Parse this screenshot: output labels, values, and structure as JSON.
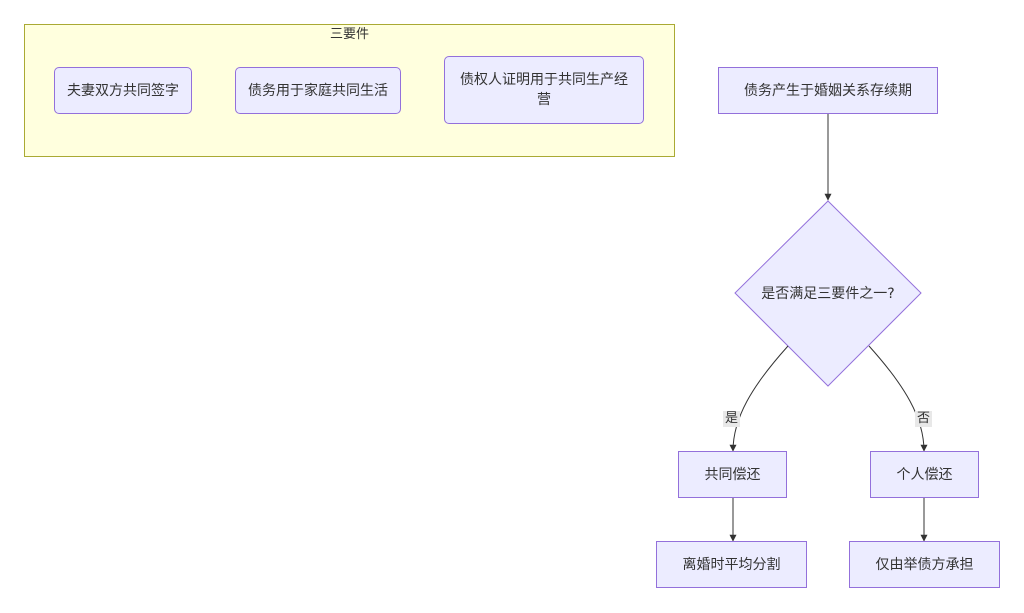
{
  "cluster": {
    "title": "三要件",
    "nodes": [
      "夫妻双方共同签字",
      "债务用于家庭共同生活",
      "债权人证明用于共同生产经营"
    ]
  },
  "flow": {
    "start": "债务产生于婚姻关系存续期",
    "decision": "是否满足三要件之一?",
    "yes_label": "是",
    "no_label": "否",
    "joint": "共同偿还",
    "personal": "个人偿还",
    "joint_result": "离婚时平均分割",
    "personal_result": "仅由举债方承担"
  },
  "colors": {
    "node_fill": "#ececff",
    "node_stroke": "#9370db",
    "cluster_fill": "#ffffde",
    "cluster_stroke": "#aaaa33",
    "edge": "#333333"
  }
}
